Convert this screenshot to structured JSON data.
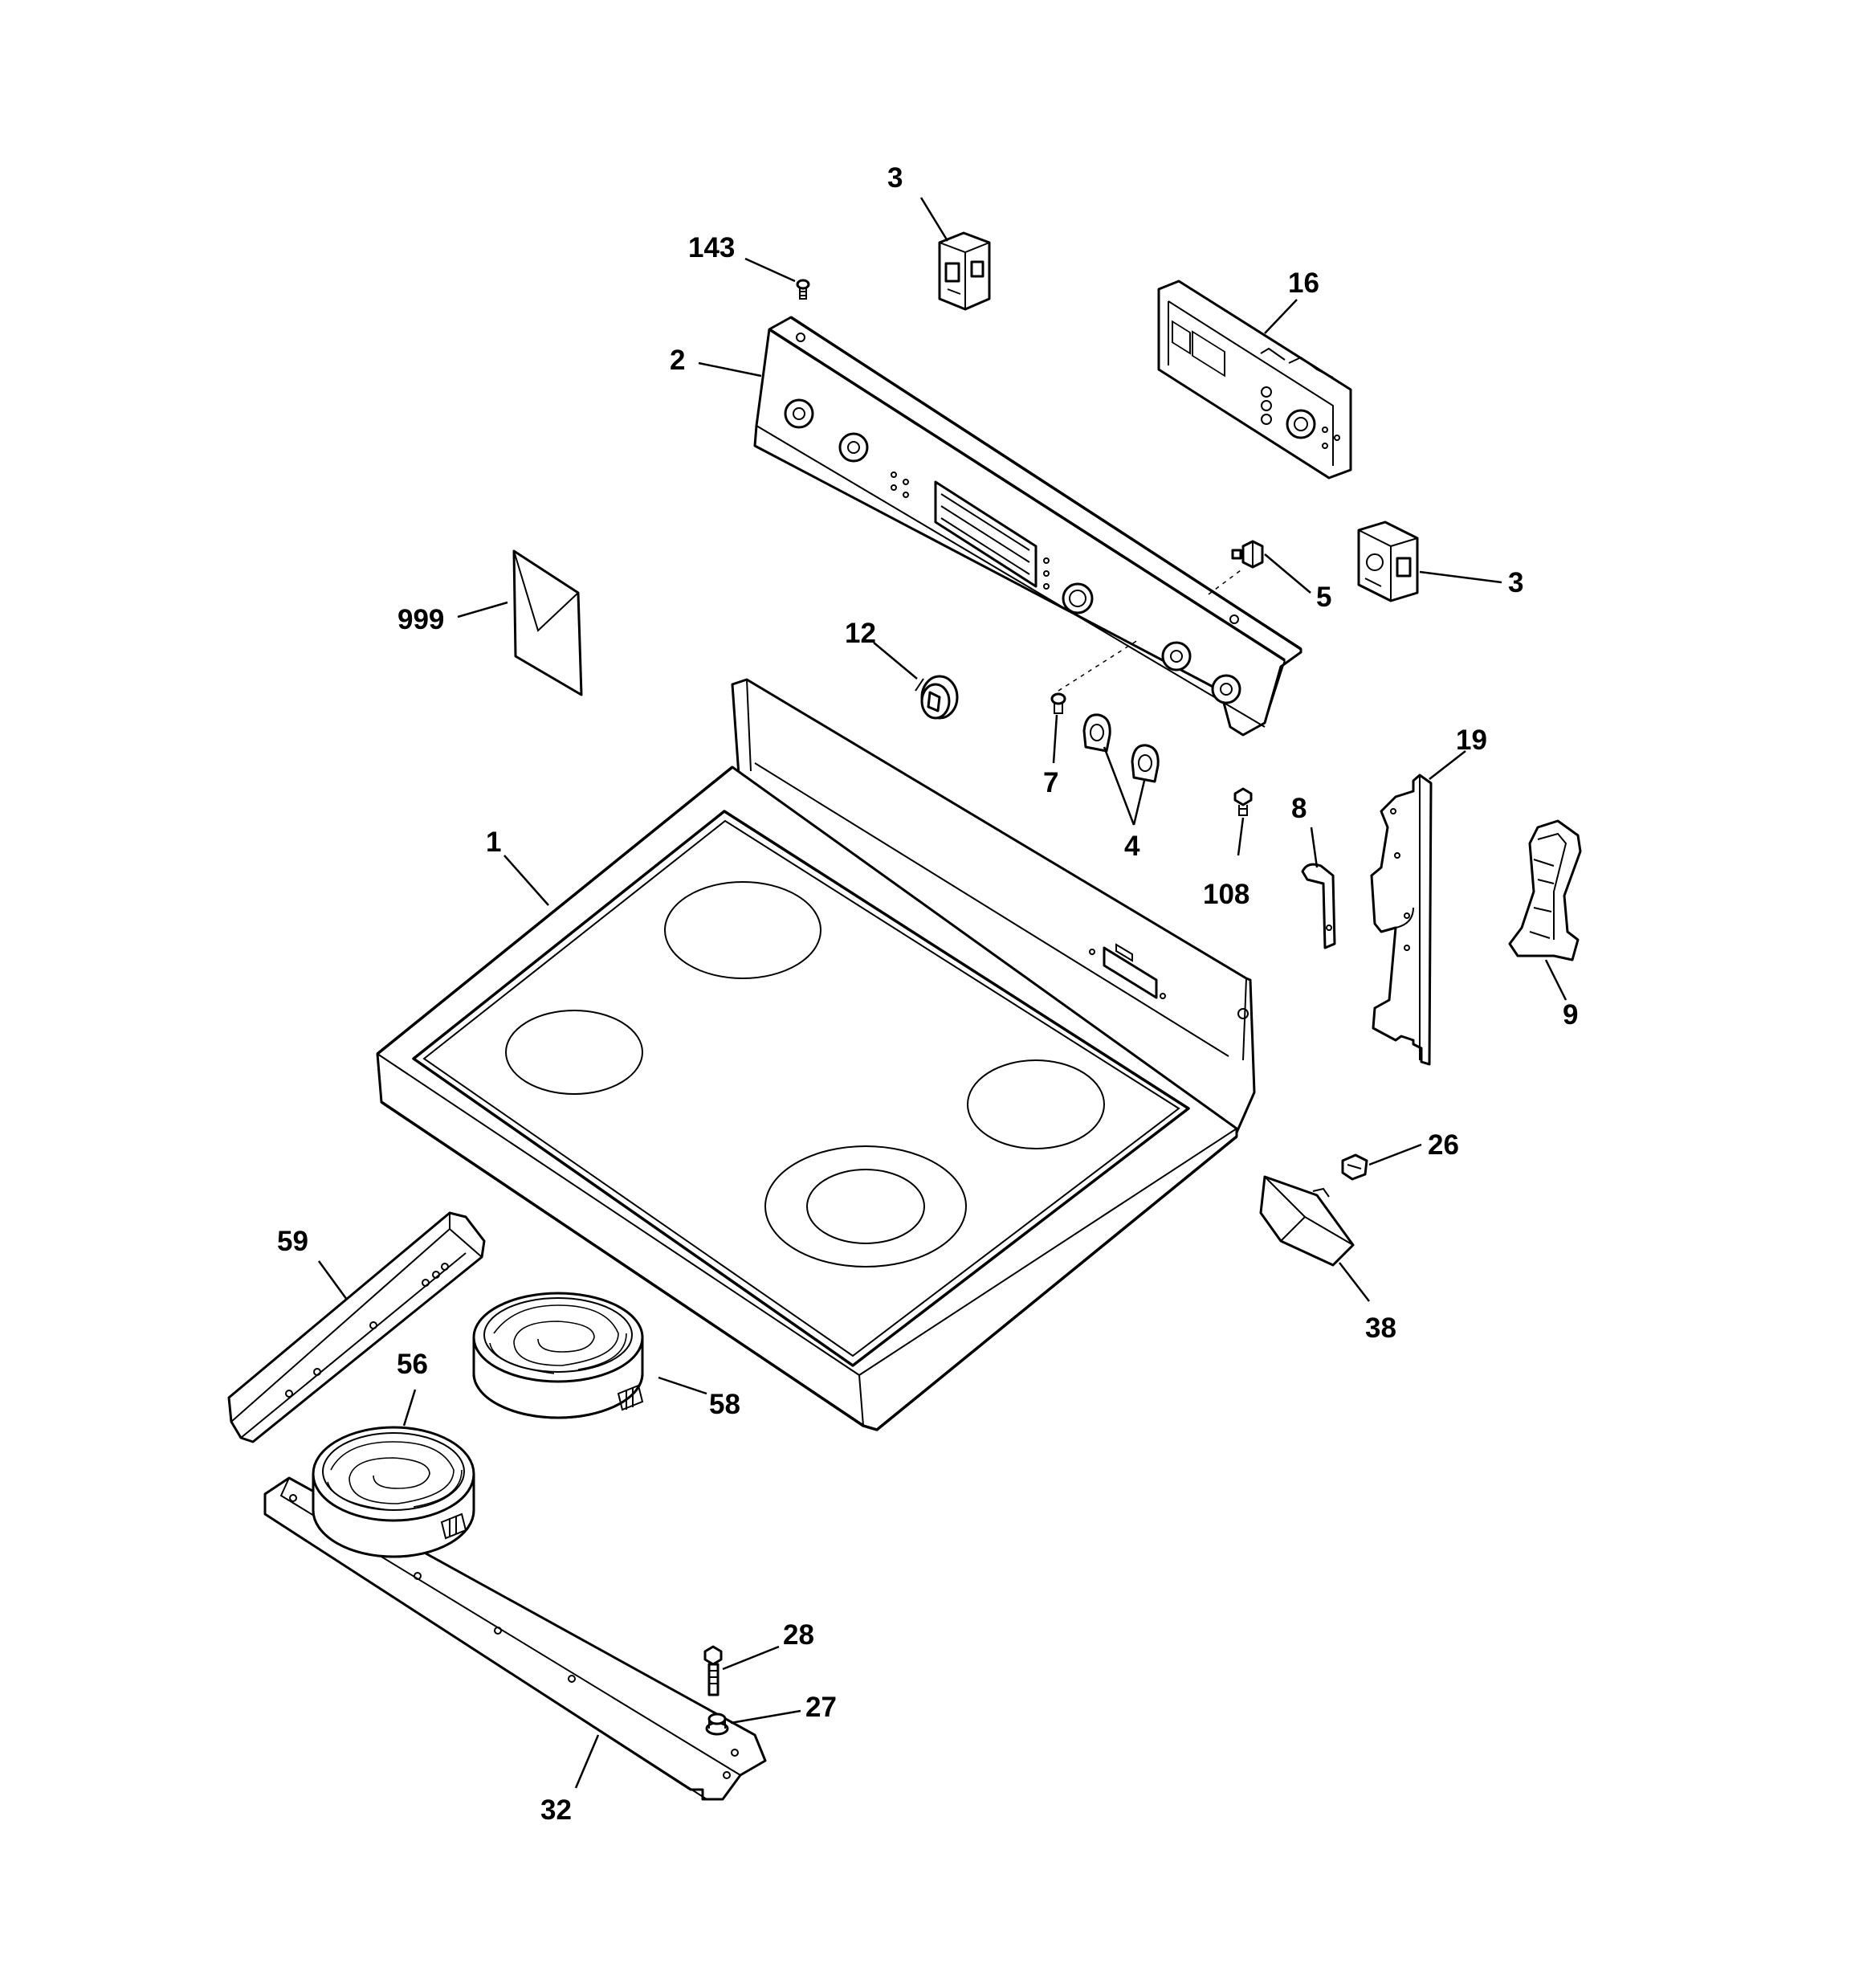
{
  "diagram": {
    "type": "exploded-parts-view",
    "callouts": {
      "bracket_143": "143",
      "switch_3_top": "3",
      "control_board_16": "16",
      "backguard_2": "2",
      "switch_3_right": "3",
      "indicator_5": "5",
      "literature_999": "999",
      "knob_12": "12",
      "screw_7": "7",
      "knobs_4": "4",
      "clip_8": "8",
      "bracket_19": "19",
      "cooktop_1": "1",
      "screw_108": "108",
      "end_cap_9": "9",
      "clip_26": "26",
      "bracket_38": "38",
      "rail_59": "59",
      "element_56": "56",
      "element_58": "58",
      "screw_28": "28",
      "spacer_27": "27",
      "support_32": "32"
    }
  }
}
